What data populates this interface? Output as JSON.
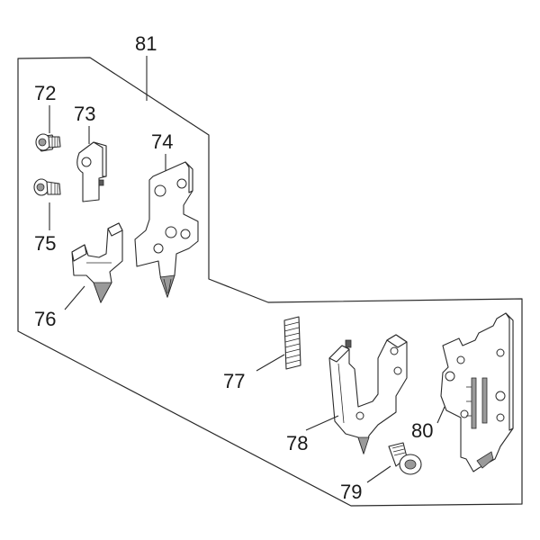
{
  "callouts": {
    "c81": "81",
    "c72": "72",
    "c73": "73",
    "c74": "74",
    "c75": "75",
    "c76": "76",
    "c77": "77",
    "c78": "78",
    "c79": "79",
    "c80": "80"
  }
}
